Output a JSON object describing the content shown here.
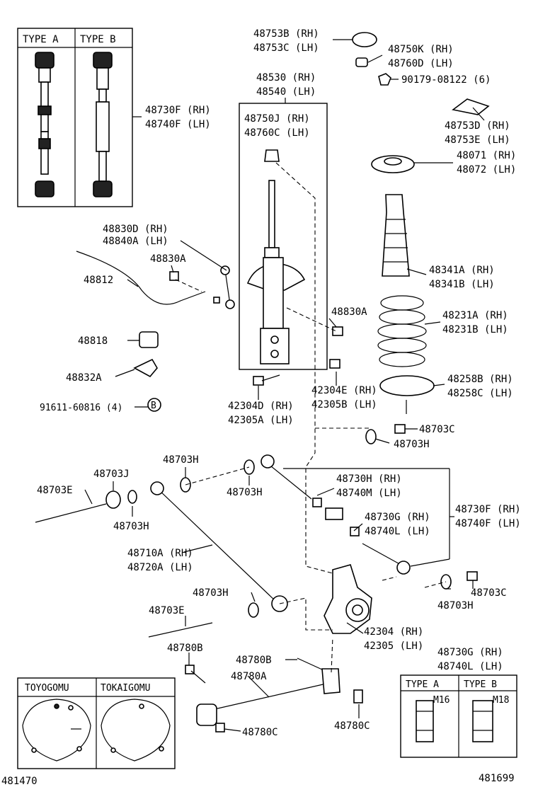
{
  "type_box_top": {
    "header_a": "TYPE A",
    "header_b": "TYPE B"
  },
  "type_box_bottom": {
    "title_line1": "48730G (RH)",
    "title_line2": "48740L (LH)",
    "header_a": "TYPE A",
    "header_b": "TYPE B",
    "size_a": "M16",
    "size_b": "M18"
  },
  "brand_box": {
    "left": "TOYOGOMU",
    "right": "TOKAIGOMU"
  },
  "figure_numbers": {
    "left": "481470",
    "right": "481699"
  },
  "labels": {
    "l48753B": "48753B (RH)",
    "l48753C": "48753C (LH)",
    "l48750K": "48750K (RH)",
    "l48760D": "48760D (LH)",
    "l90179": "90179-08122 (6)",
    "l48530": "48530 (RH)",
    "l48540": "48540 (LH)",
    "l48750J": "48750J (RH)",
    "l48760C": "48760C (LH)",
    "l48753D": "48753D (RH)",
    "l48753E": "48753E (LH)",
    "l48071": "48071 (RH)",
    "l48072": "48072 (LH)",
    "l48730F_top": "48730F (RH)",
    "l48740F_top": "48740F (LH)",
    "l48830D": "48830D (RH)",
    "l48840A": "48840A (LH)",
    "l48830A_a": "48830A",
    "l48812": "48812",
    "l48341A": "48341A (RH)",
    "l48341B": "48341B (LH)",
    "l48830A_b": "48830A",
    "l48231A": "48231A (RH)",
    "l48231B": "48231B (LH)",
    "l48818": "48818",
    "l48832A": "48832A",
    "l91611": "91611-60816 (4)",
    "l_b": "B",
    "l42304E": "42304E (RH)",
    "l42305B": "42305B (LH)",
    "l48258B": "48258B (RH)",
    "l48258C": "48258C (LH)",
    "l42304D": "42304D (RH)",
    "l42305A": "42305A (LH)",
    "l48703C_a": "48703C",
    "l48703H_a": "48703H",
    "l48703H_b": "48703H",
    "l48703J": "48703J",
    "l48703H_c": "48703H",
    "l48703E_a": "48703E",
    "l48730H": "48730H (RH)",
    "l48740M": "48740M (LH)",
    "l48703H_d": "48703H",
    "l48730G": "48730G (RH)",
    "l48740L": "48740L (LH)",
    "l48730F_mid": "48730F (RH)",
    "l48740F_mid": "48740F (LH)",
    "l48710A": "48710A (RH)",
    "l48720A": "48720A (LH)",
    "l48703H_e": "48703H",
    "l48703C_b": "48703C",
    "l48703H_f": "48703H",
    "l48703E_b": "48703E",
    "l42304": "42304 (RH)",
    "l42305": "42305 (LH)",
    "l48780B_a": "48780B",
    "l48780B_b": "48780B",
    "l48780A": "48780A",
    "l48780C_a": "48780C",
    "l48780C_b": "48780C"
  }
}
